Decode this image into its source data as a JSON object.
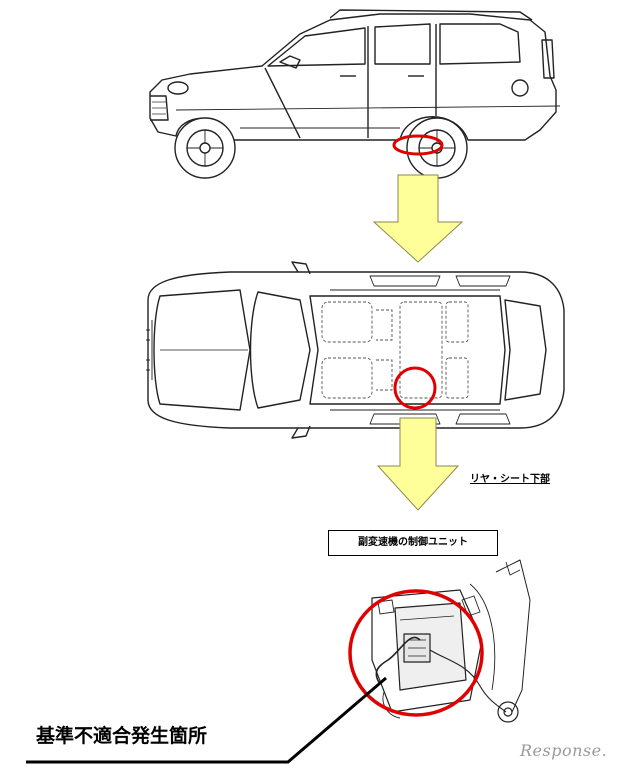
{
  "labels": {
    "rear_seat_under": "リヤ・シート下部",
    "control_unit": "副変速機の制御ユニット",
    "defect_location": "基準不適合発生箇所",
    "watermark": "Response."
  },
  "colors": {
    "arrow_fill": "#ffff99",
    "arrow_stroke": "#8a8a4a",
    "highlight": "#e00000",
    "line_art": "#222222",
    "dashed": "#555555",
    "watermark": "#9a9a9a"
  }
}
